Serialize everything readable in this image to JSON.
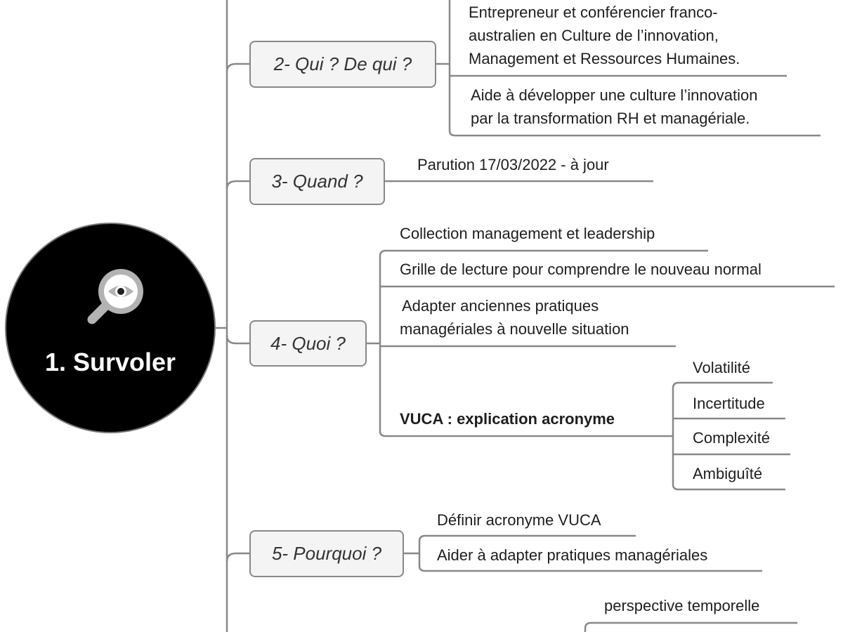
{
  "root": {
    "title": "1. Survoler",
    "icon": "magnifier-eye-icon"
  },
  "branches": [
    {
      "label": "2- Qui ? De qui ?",
      "children": [
        "Entrepreneur et conférencier  franco-",
        "australien en Culture de l’innovation,",
        "Management et Ressources Humaines.",
        "Aide à développer une culture l’innovation",
        "par la transformation RH et managériale."
      ]
    },
    {
      "label": "3- Quand ?",
      "children": [
        "Parution 17/03/2022 - à jour"
      ]
    },
    {
      "label": "4- Quoi ?",
      "children": [
        "Collection management et leadership",
        "Grille de lecture pour comprendre le nouveau normal",
        "Adapter anciennes pratiques",
        "managériales à nouvelle situation",
        "VUCA : explication acronyme"
      ],
      "vuca": [
        "Volatilité",
        "Incertitude",
        "Complexité",
        "Ambiguîté"
      ]
    },
    {
      "label": "5- Pourquoi ?",
      "children": [
        "Définir acronyme VUCA",
        "Aider à adapter pratiques managériales"
      ]
    }
  ],
  "partial": {
    "text": "perspective temporelle"
  }
}
